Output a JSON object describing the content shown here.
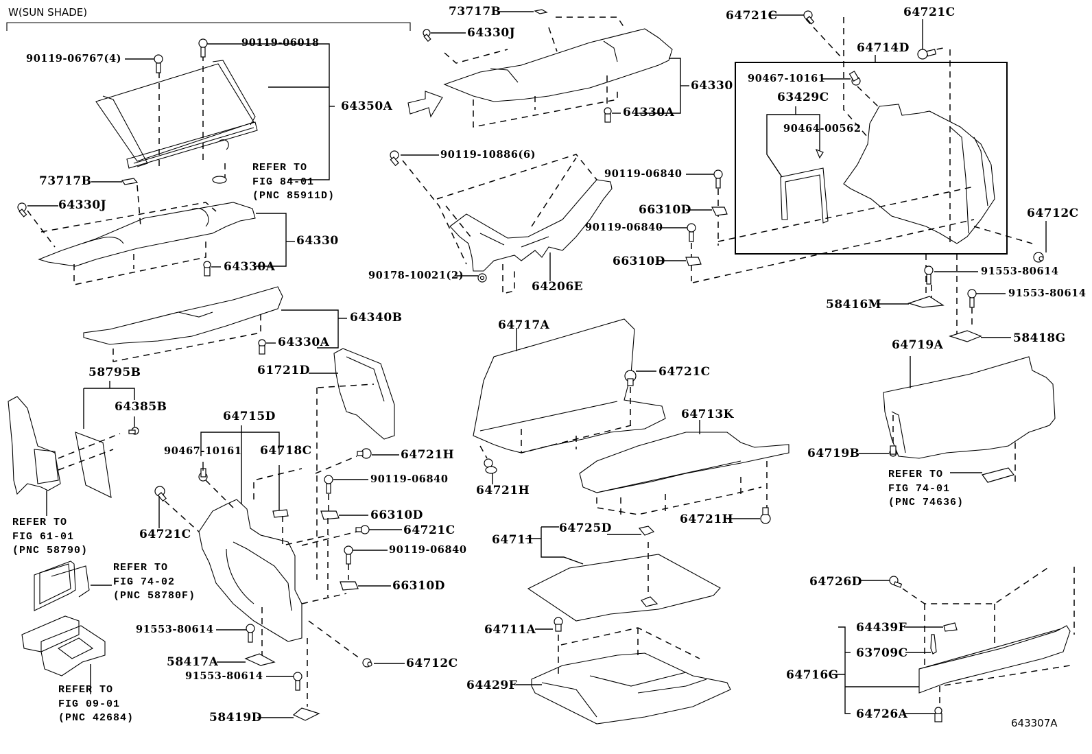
{
  "header": {
    "section_title": "W(SUN SHADE)"
  },
  "figure_number": "643307A",
  "labels": {
    "p_90119_06767": "90119-06767(4)",
    "p_90119_06018": "90119-06018",
    "p_64350A": "64350A",
    "p_73717B_left": "73717B",
    "p_73717B_top": "73717B",
    "p_64330J_left": "64330J",
    "p_64330J_top": "64330J",
    "p_64330_left": "64330",
    "p_64330_top": "64330",
    "p_64330A_left": "64330A",
    "p_64330A_top": "64330A",
    "p_64340B": "64340B",
    "p_64330A_lower": "64330A",
    "p_61721D": "61721D",
    "p_58795B": "58795B",
    "p_64385B": "64385B",
    "p_64715D": "64715D",
    "p_90467_10161_left": "90467-10161",
    "p_64718C": "64718C",
    "p_64721C_left": "64721C",
    "p_64721H_mid": "64721H",
    "p_90119_06840_a": "90119-06840",
    "p_66310D_a": "66310D",
    "p_64721C_mid": "64721C",
    "p_90119_06840_b": "90119-06840",
    "p_66310D_b": "66310D",
    "p_91553_80614_a": "91553-80614",
    "p_58417A": "58417A",
    "p_91553_80614_b": "91553-80614",
    "p_58419D": "58419D",
    "p_64712C_bottom": "64712C",
    "p_90119_10886": "90119-10886(6)",
    "p_90178_10021": "90178-10021(2)",
    "p_64206E": "64206E",
    "p_90119_06840_c": "90119-06840",
    "p_66310D_c": "66310D",
    "p_90119_06840_d": "90119-06840",
    "p_66310D_d": "66310D",
    "p_64721C_topA": "64721C",
    "p_64721C_topB": "64721C",
    "p_64714D": "64714D",
    "p_90467_10161_box": "90467-10161",
    "p_63429C": "63429C",
    "p_90464_00562": "90464-00562",
    "p_64712C_right": "64712C",
    "p_91553_80614_c": "91553-80614",
    "p_91553_80614_d": "91553-80614",
    "p_58416M": "58416M",
    "p_58418G": "58418G",
    "p_64717A": "64717A",
    "p_64721C_right": "64721C",
    "p_64721H_left": "64721H",
    "p_64713K": "64713K",
    "p_64721H_right": "64721H",
    "p_64711": "64711",
    "p_64725D": "64725D",
    "p_64711A": "64711A",
    "p_64429F": "64429F",
    "p_64719A": "64719A",
    "p_64719B": "64719B",
    "p_64726D": "64726D",
    "p_64439F": "64439F",
    "p_63709C": "63709C",
    "p_64716G": "64716G",
    "p_64726A": "64726A"
  },
  "references": {
    "ref_fig_84_01": "REFER TO\nFIG 84-01\n(PNC 85911D)",
    "ref_fig_61_01": "REFER TO\nFIG 61-01\n(PNC 58790)",
    "ref_fig_74_02": "REFER TO\nFIG 74-02\n(PNC 58780F)",
    "ref_fig_09_01": "REFER TO\nFIG 09-01\n(PNC 42684)",
    "ref_fig_74_01": "REFER TO\nFIG 74-01\n(PNC 74636)"
  }
}
